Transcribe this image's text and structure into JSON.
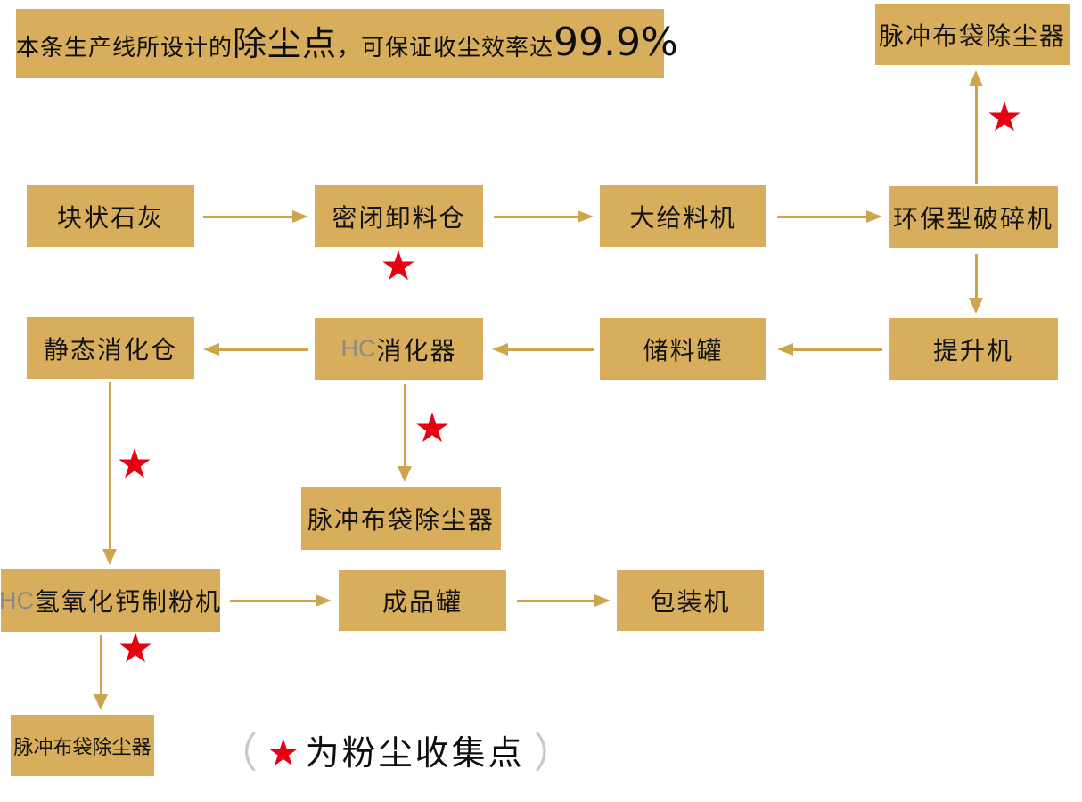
{
  "banner": {
    "segments": [
      {
        "text": "本条生产线所设计的",
        "emphasis": false
      },
      {
        "text": "除尘点",
        "emphasis": true
      },
      {
        "text": "，可保证收尘效率达",
        "emphasis": false
      },
      {
        "text": "99.9%",
        "emphasis": true
      }
    ]
  },
  "nodes": {
    "dust_collector_top": {
      "label": "脉冲布袋除尘器"
    },
    "lump_lime": {
      "label": "块状石灰"
    },
    "sealed_unloading_bin": {
      "label": "密闭卸料仓"
    },
    "big_feeder": {
      "label": "大给料机"
    },
    "eco_crusher": {
      "label": "环保型破碎机"
    },
    "static_digestion_bin": {
      "label": "静态消化仓"
    },
    "hc_digester": {
      "prefix": "HC",
      "label": "消化器"
    },
    "storage_tank": {
      "label": "储料罐"
    },
    "elevator": {
      "label": "提升机"
    },
    "dust_collector_mid": {
      "label": "脉冲布袋除尘器"
    },
    "hc_mill": {
      "prefix": "HC",
      "label": "氢氧化钙制粉机"
    },
    "product_tank": {
      "label": "成品罐"
    },
    "packing_machine": {
      "label": "包装机"
    },
    "dust_collector_bottom": {
      "label": "脉冲布袋除尘器"
    }
  },
  "edges": [
    {
      "from": "块状石灰",
      "to": "密闭卸料仓",
      "star": false
    },
    {
      "from": "密闭卸料仓",
      "to": "大给料机",
      "star": false
    },
    {
      "from": "大给料机",
      "to": "环保型破碎机",
      "star": false
    },
    {
      "from": "环保型破碎机",
      "to": "脉冲布袋除尘器(顶部)",
      "star": true
    },
    {
      "from": "环保型破碎机",
      "to": "提升机",
      "star": false
    },
    {
      "from": "提升机",
      "to": "储料罐",
      "star": false
    },
    {
      "from": "储料罐",
      "to": "HC消化器",
      "star": false
    },
    {
      "from": "HC消化器",
      "to": "静态消化仓",
      "star": false
    },
    {
      "from": "HC消化器",
      "to": "脉冲布袋除尘器(中部)",
      "star": true
    },
    {
      "from": "静态消化仓",
      "to": "HC氢氧化钙制粉机",
      "star": true
    },
    {
      "from": "HC氢氧化钙制粉机",
      "to": "成品罐",
      "star": false
    },
    {
      "from": "成品罐",
      "to": "包装机",
      "star": false
    },
    {
      "from": "HC氢氧化钙制粉机",
      "to": "脉冲布袋除尘器(底部)",
      "star": true
    }
  ],
  "dust_point_markers": [
    "密闭卸料仓下方",
    "环保型破碎机至顶部脉冲布袋除尘器",
    "HC消化器至中部脉冲布袋除尘器",
    "静态消化仓至HC氢氧化钙制粉机",
    "HC氢氧化钙制粉机至底部脉冲布袋除尘器"
  ],
  "legend": {
    "open_paren": "（",
    "star": "★",
    "text": "为粉尘收集点",
    "close_paren": "）"
  },
  "star_glyph": "★",
  "colors": {
    "box_gold": "#D8AE5C",
    "arrow_gold": "#CEA44C",
    "star_red": "#E60012",
    "text_dark": "#131313",
    "hc_gray": "#8A8A8A",
    "paren_gray": "#C8C8C8"
  }
}
